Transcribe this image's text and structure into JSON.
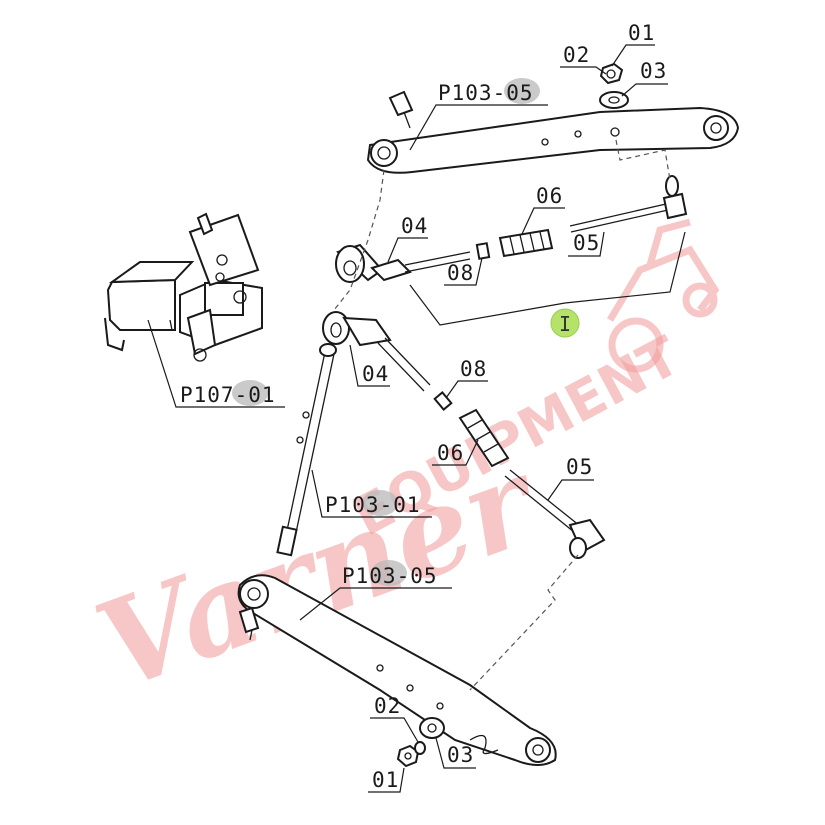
{
  "diagram": {
    "callout_badge": {
      "text": "I",
      "color": "#b5e36a"
    },
    "labels": {
      "top_link_top": "P103-05",
      "top_01": "01",
      "top_02": "02",
      "top_03": "03",
      "rod_06_upper": "06",
      "rod_04_upper": "04",
      "rod_05_upper": "05",
      "rod_08_upper": "08",
      "bracket": "P107-01",
      "rod_04_lower": "04",
      "rod_08_lower": "08",
      "rod_06_lower": "06",
      "rod_05_lower": "05",
      "lift_rod": "P103-01",
      "lower_link": "P103-05",
      "bottom_02": "02",
      "bottom_03": "03",
      "bottom_01": "01"
    },
    "watermark": {
      "script": "Varner",
      "block": "EQUIPMENT",
      "color": "#f29a9a"
    }
  }
}
